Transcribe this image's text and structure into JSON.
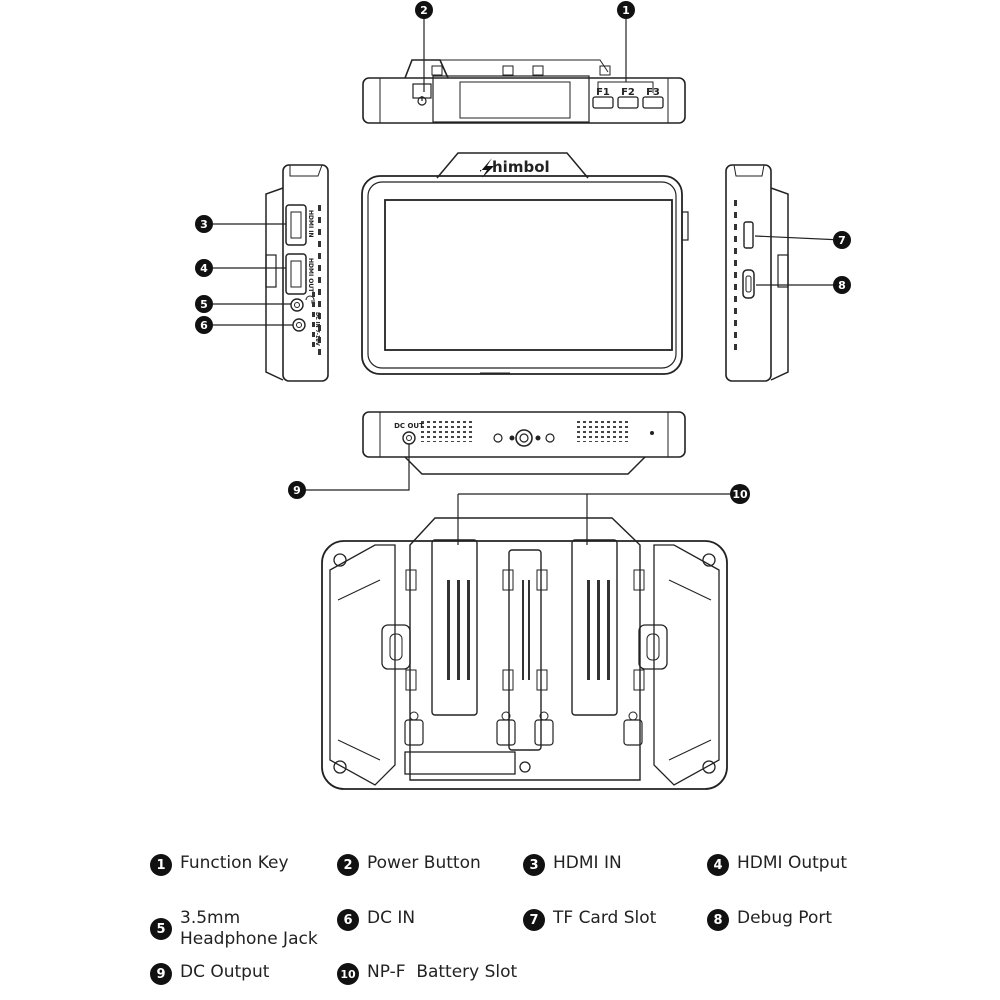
{
  "brand": "Shimbol",
  "brand_text": "himbol",
  "top_buttons": [
    "F1",
    "F2",
    "F3"
  ],
  "side_labels": {
    "hdmi_in": "HDMI IN",
    "hdmi_out": "HDMI OUT",
    "dc_in": "DC IN 7-18V"
  },
  "dc_out_label": "DC OUT",
  "callouts": [
    "1",
    "2",
    "3",
    "4",
    "5",
    "6",
    "7",
    "8",
    "9",
    "10"
  ],
  "legend": [
    {
      "num": "1",
      "label": "Function Key"
    },
    {
      "num": "2",
      "label": "Power Button"
    },
    {
      "num": "3",
      "label": "HDMI IN"
    },
    {
      "num": "4",
      "label": "HDMI Output"
    },
    {
      "num": "5",
      "label": "3.5mm Headphone Jack"
    },
    {
      "num": "6",
      "label": "DC IN"
    },
    {
      "num": "7",
      "label": "TF Card Slot"
    },
    {
      "num": "8",
      "label": "Debug Port"
    },
    {
      "num": "9",
      "label": "DC Output"
    },
    {
      "num": "10",
      "label": "NP-F  Battery Slot"
    }
  ]
}
